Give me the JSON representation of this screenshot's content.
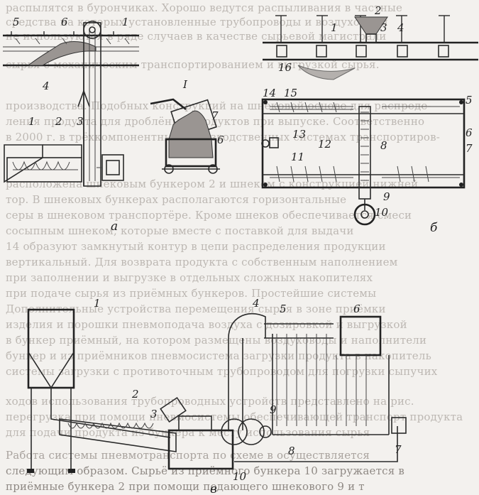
{
  "bleed_text": {
    "top_lines": [
      "распылятся в бурончиках. Хорошо ведутся распыливания в частные",
      "средства на которых установленные трубопроводы и воздуховоды",
      "не используются в ряде случаев в качестве сырьевой магистрали",
      "сырья с механическим транспортированием и выгрузкой сырья."
    ],
    "mid_lines": [
      "производства. Подобных конструкций на шнековой основе для распреде-",
      "ления продукта для дроблёных продуктов при выпуске. Соответственно",
      "в 2000 г. в трёхкомпонентных производственных системах транспортиров-",
      "расположена шнековым бункером 2 и шнеком с конструкцией нижней",
      "тор. В шнековых бункерах располагаются горизонтальные",
      "серы в шнековом транспортёре. Кроме шнеков обеспечивается смеси",
      "сосыпным шнеком, которые вместе с поставкой для выдачи",
      "14 образуют замкнутый контур в цепи распределения продукции",
      "вертикальный. Для возврата продукта с собственным наполнением",
      "при заполнении и выгрузке в отдельных сложных накопителях",
      "при подаче сырья из приёмных бункеров. Простейшие системы"
    ],
    "lower_lines": [
      "Дополнительные устройства перемещения сырья в зоне приёмки",
      "изделия и порошки пневмоподача воздуха с дозировкой и выгрузкой",
      "в бункер приёмный, на котором размещены воздуховоды и наполнители",
      "бункер и из приёмников пневмосистема загрузки продукта в накопитель",
      "системы загрузки с противоточным трубопроводом для погрузки сыпучих",
      "ходов использования трубопроводных устройств представлено на рис.",
      "перегрузка при помощи пневмосистемы обеспечивающей транспорт продукта",
      "для подачи продукта из бункера к месту использования сырья"
    ],
    "bottom_lines": [
      "Работа системы пневмотранспорта по схеме в осуществляется",
      "следующим образом. Сырьё из приёмного бункера 10 загружается в",
      "приёмные бункера 2 при помощи подающего шнекового 9 и т"
    ]
  },
  "captions": {
    "a": "а",
    "b": "б",
    "v": "в"
  },
  "callout": {
    "I": "I"
  },
  "labels_a": [
    "5",
    "6",
    "1",
    "4",
    "1",
    "2",
    "3",
    "7",
    "6"
  ],
  "labels_b_top": [
    "2",
    "1",
    "3",
    "4",
    "16"
  ],
  "labels_b": [
    "14",
    "15",
    "5",
    "13",
    "12",
    "11",
    "8",
    "6",
    "7",
    "9",
    "10"
  ],
  "labels_v": [
    "1",
    "2",
    "3",
    "4",
    "5",
    "6",
    "7",
    "8",
    "9",
    "10"
  ],
  "icons": {
    "screw": "auger-screw",
    "motor": "electric-motor",
    "bucket": "bucket-elevator",
    "hopper": "conical-hopper",
    "fan": "fan-blower"
  }
}
